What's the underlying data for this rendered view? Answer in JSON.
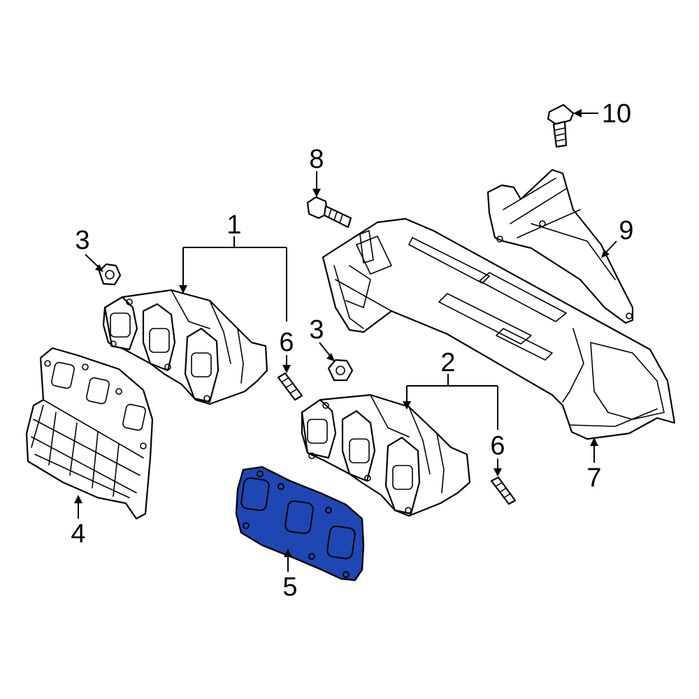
{
  "diagram": {
    "highlight_color": "#1f47b3",
    "callouts": [
      {
        "id": "c1",
        "text": "1"
      },
      {
        "id": "c2",
        "text": "2"
      },
      {
        "id": "c3a",
        "text": "3"
      },
      {
        "id": "c3b",
        "text": "3"
      },
      {
        "id": "c4",
        "text": "4"
      },
      {
        "id": "c5",
        "text": "5"
      },
      {
        "id": "c6a",
        "text": "6"
      },
      {
        "id": "c6b",
        "text": "6"
      },
      {
        "id": "c7",
        "text": "7"
      },
      {
        "id": "c8",
        "text": "8"
      },
      {
        "id": "c9",
        "text": "9"
      },
      {
        "id": "c10",
        "text": "10"
      }
    ]
  }
}
